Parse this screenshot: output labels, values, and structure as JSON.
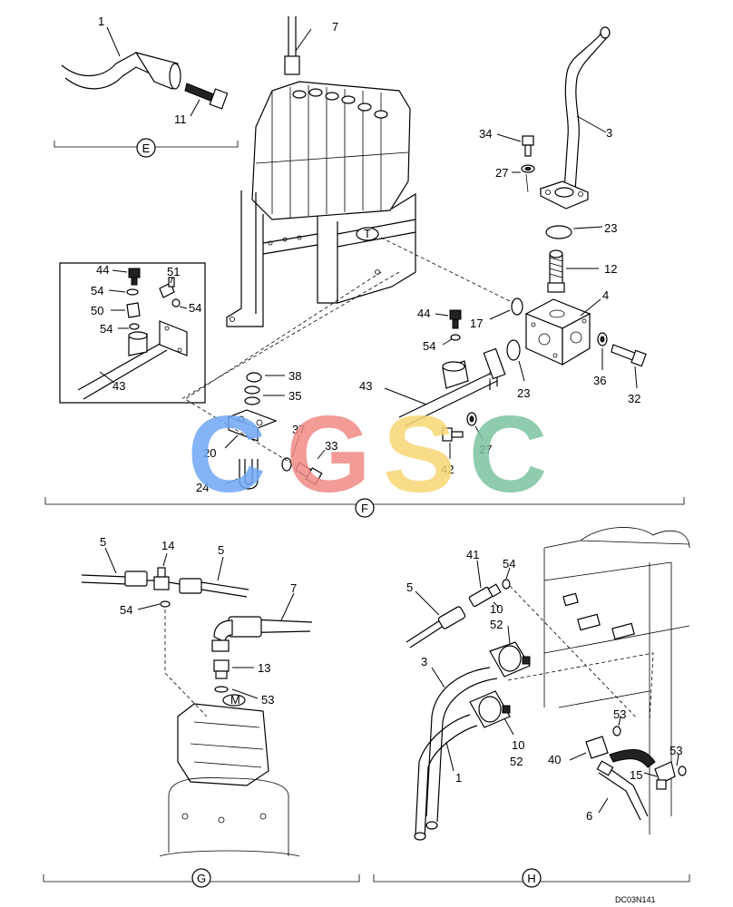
{
  "sections": {
    "E": "E",
    "F": "F",
    "G": "G",
    "H": "H"
  },
  "callouts": {
    "c1_top": "1",
    "c11": "11",
    "c7_top": "7",
    "c3_top": "3",
    "c34": "34",
    "c27_top": "27",
    "c23_top": "23",
    "c12": "12",
    "c4": "4",
    "c17": "17",
    "c44_main": "44",
    "c54_main": "54",
    "c36": "36",
    "c32": "32",
    "c23_mid": "23",
    "c43_main": "43",
    "c27_mid": "27",
    "c42": "42",
    "c38": "38",
    "c35": "35",
    "c37": "37",
    "c33": "33",
    "c20": "20",
    "c24": "24",
    "c44_inset": "44",
    "c51": "51",
    "c54_inset_a": "54",
    "c54_inset_b": "54",
    "c50": "50",
    "c54_inset_c": "54",
    "c43_inset": "43",
    "c5_g_left": "5",
    "c14": "14",
    "c5_g_right": "5",
    "c54_g": "54",
    "c7_g": "7",
    "c13": "13",
    "c53_g": "53",
    "c41": "41",
    "c54_h": "54",
    "c5_h": "5",
    "c10_h_a": "10",
    "c52_h_a": "52",
    "c3_h": "3",
    "c10_h_b": "10",
    "c52_h_b": "52",
    "c1_h": "1",
    "c53_h_a": "53",
    "c40": "40",
    "c53_h_b": "53",
    "c15": "15",
    "c6": "6"
  },
  "markers": {
    "T": "T",
    "M": "M"
  },
  "watermark": {
    "letters": [
      "C",
      "G",
      "S",
      "C"
    ],
    "colors": [
      "#6fa8f5",
      "#f08a86",
      "#f7d774",
      "#7cc4a0"
    ]
  },
  "drawing_code": "DC03N141"
}
